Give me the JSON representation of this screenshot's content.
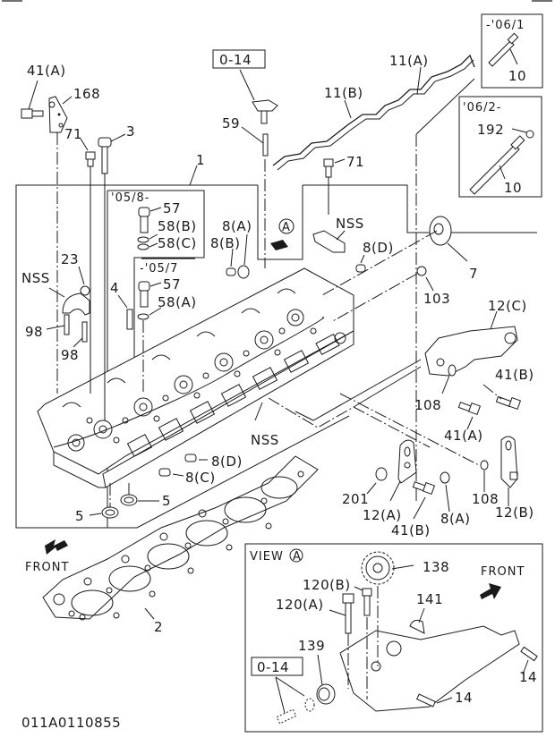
{
  "diagram": {
    "drawing_number": "011A0110855",
    "colors": {
      "line": "#1a1a1a",
      "background": "#ffffff"
    },
    "reference_boxes": {
      "top_ref": "0-14",
      "view_a_ref": "0-14"
    },
    "insets": {
      "glow_plug_early": {
        "date": "-'06/1",
        "part": "10"
      },
      "glow_plug_late": {
        "date": "'06/2-",
        "parts": [
          "192",
          "10"
        ]
      },
      "injector_late": {
        "date": "'05/8-",
        "parts": [
          "57",
          "58(B)",
          "58(C)"
        ]
      },
      "injector_early": {
        "date": "-'05/7",
        "parts": [
          "57",
          "58(A)"
        ]
      },
      "view_a": {
        "title": "VIEW",
        "view_marker": "A",
        "front_label": "FRONT",
        "parts": [
          "138",
          "120(B)",
          "120(A)",
          "141",
          "139",
          "14",
          "14"
        ]
      }
    },
    "front_label": "FRONT",
    "view_marker": "A",
    "callouts": {
      "c41a_top": "41(A)",
      "c168": "168",
      "c71_left": "71",
      "c3": "3",
      "c1": "1",
      "c59": "59",
      "c11b": "11(B)",
      "c11a": "11(A)",
      "c71_right": "71",
      "c57_late": "57",
      "c58b": "58(B)",
      "c58c": "58(C)",
      "c57_early": "57",
      "c58a": "58(A)",
      "c23": "23",
      "c_nss_left": "NSS",
      "c98_a": "98",
      "c98_b": "98",
      "c4": "4",
      "c8a_top": "8(A)",
      "c8b": "8(B)",
      "c_nss_right": "NSS",
      "c8d_top": "8(D)",
      "c7": "7",
      "c103": "103",
      "c12c": "12(C)",
      "c41b_right": "41(B)",
      "c108_top": "108",
      "c41a_mid": "41(A)",
      "c_nss_mid": "NSS",
      "c8d_bot": "8(D)",
      "c8c": "8(C)",
      "c5_right": "5",
      "c5_left": "5",
      "c201": "201",
      "c12a": "12(A)",
      "c41b_bot": "41(B)",
      "c8a_bot": "8(A)",
      "c108_bot": "108",
      "c12b": "12(B)",
      "c2": "2"
    }
  }
}
